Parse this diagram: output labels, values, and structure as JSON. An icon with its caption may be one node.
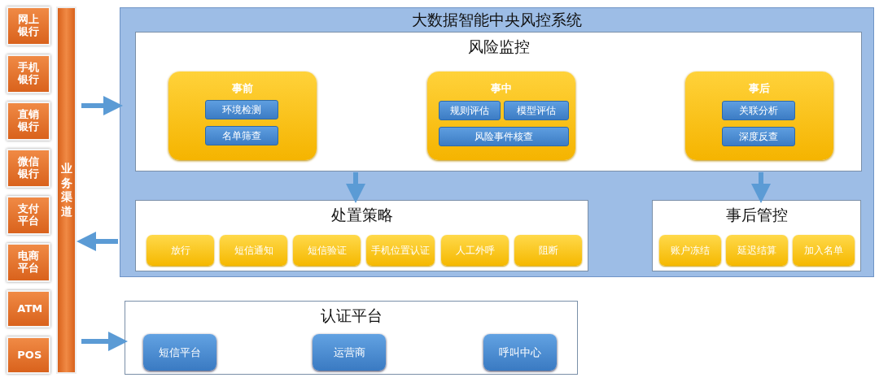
{
  "diagram": {
    "nodes": [
      {
        "text": [
          "网上银行"
        ]
      },
      {
        "text": [
          "手机银行"
        ]
      },
      {
        "text": [
          "直销银行"
        ]
      },
      {
        "text": [
          "微信银行"
        ]
      },
      {
        "text": [
          "支付平台"
        ]
      },
      {
        "text": [
          "电商平台"
        ]
      },
      {
        "text": [
          "ATM"
        ]
      },
      {
        "text": [
          "POS"
        ]
      },
      {
        "text": [
          "业务渠道"
        ]
      },
      {
        "text": [
          "大数据智能中央风控系统"
        ]
      },
      {
        "text": [
          "风险监控"
        ],
        "in": 9
      },
      {
        "text": [
          "事前"
        ],
        "in": 10
      },
      {
        "text": [
          "环境检测"
        ],
        "in": 11
      },
      {
        "text": [
          "名单筛查"
        ],
        "in": 11
      },
      {
        "text": [
          "事中"
        ],
        "in": 10
      },
      {
        "text": [
          "规则评估"
        ],
        "in": 14
      },
      {
        "text": [
          "模型评估"
        ],
        "in": 14
      },
      {
        "text": [
          "风险事件核查"
        ],
        "in": 14
      },
      {
        "text": [
          "事后"
        ],
        "in": 10
      },
      {
        "text": [
          "关联分析"
        ],
        "in": 18
      },
      {
        "text": [
          "深度反查"
        ],
        "in": 18
      },
      {
        "text": [
          "处置策略"
        ],
        "in": 9
      },
      {
        "text": [
          "放行"
        ],
        "in": 21
      },
      {
        "text": [
          "短信通知"
        ],
        "in": 21
      },
      {
        "text": [
          "短信验证"
        ],
        "in": 21
      },
      {
        "text": [
          "手机位置认证"
        ],
        "in": 21
      },
      {
        "text": [
          "人工外呼"
        ],
        "in": 21
      },
      {
        "text": [
          "阻断"
        ],
        "in": 21
      },
      {
        "text": [
          "事后管控"
        ],
        "in": 9
      },
      {
        "text": [
          "账户冻结"
        ],
        "in": 28
      },
      {
        "text": [
          "延迟结算"
        ],
        "in": 28
      },
      {
        "text": [
          "加入名单"
        ],
        "in": 28
      },
      {
        "text": [
          "认证平台"
        ]
      },
      {
        "text": [
          "短信平台"
        ],
        "in": 32
      },
      {
        "text": [
          "运营商"
        ],
        "in": 32
      },
      {
        "text": [
          "呼叫中心"
        ],
        "in": 32
      }
    ],
    "edges": [
      {
        "from": 8,
        "to": 9,
        "arrow": "to"
      },
      {
        "from": 9,
        "to": 8,
        "arrow": "to"
      },
      {
        "from": 8,
        "to": 32,
        "arrow": "to"
      },
      {
        "from": 10,
        "to": 21,
        "arrow": "to"
      },
      {
        "from": 10,
        "to": 28,
        "arrow": "to"
      }
    ]
  }
}
